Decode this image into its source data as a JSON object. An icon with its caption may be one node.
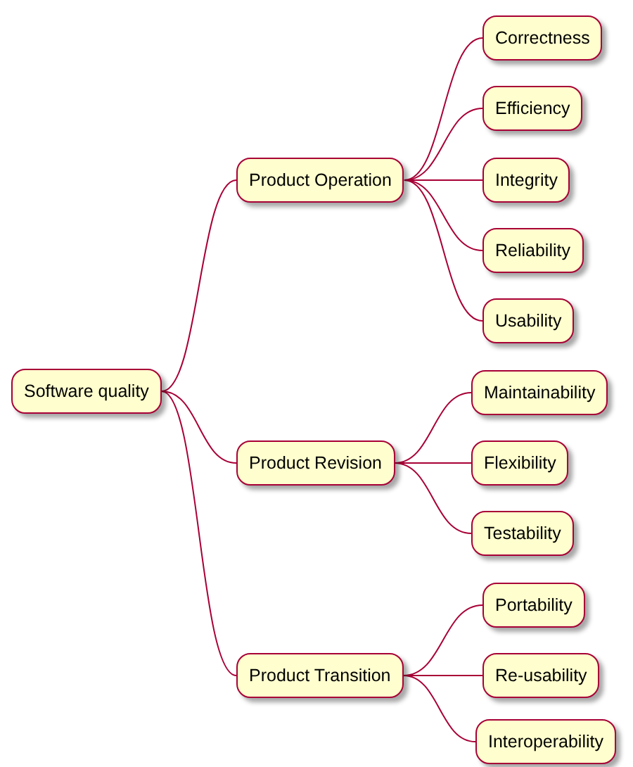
{
  "diagram": {
    "nodes": [
      {
        "text": [
          "Software quality"
        ]
      },
      {
        "text": [
          "Product Operation"
        ]
      },
      {
        "text": [
          "Correctness"
        ]
      },
      {
        "text": [
          "Efficiency"
        ]
      },
      {
        "text": [
          "Integrity"
        ]
      },
      {
        "text": [
          "Reliability"
        ]
      },
      {
        "text": [
          "Usability"
        ]
      },
      {
        "text": [
          "Product Revision"
        ]
      },
      {
        "text": [
          "Maintainability"
        ]
      },
      {
        "text": [
          "Flexibility"
        ]
      },
      {
        "text": [
          "Testability"
        ]
      },
      {
        "text": [
          "Product Transition"
        ]
      },
      {
        "text": [
          "Portability"
        ]
      },
      {
        "text": [
          "Re-usability"
        ]
      },
      {
        "text": [
          "Interoperability"
        ]
      }
    ],
    "edges": [
      {
        "from": 0,
        "to": 1,
        "arrow": "none"
      },
      {
        "from": 1,
        "to": 2,
        "arrow": "none"
      },
      {
        "from": 1,
        "to": 3,
        "arrow": "none"
      },
      {
        "from": 1,
        "to": 4,
        "arrow": "none"
      },
      {
        "from": 1,
        "to": 5,
        "arrow": "none"
      },
      {
        "from": 1,
        "to": 6,
        "arrow": "none"
      },
      {
        "from": 0,
        "to": 7,
        "arrow": "none"
      },
      {
        "from": 7,
        "to": 8,
        "arrow": "none"
      },
      {
        "from": 7,
        "to": 9,
        "arrow": "none"
      },
      {
        "from": 7,
        "to": 10,
        "arrow": "none"
      },
      {
        "from": 0,
        "to": 11,
        "arrow": "none"
      },
      {
        "from": 11,
        "to": 12,
        "arrow": "none"
      },
      {
        "from": 11,
        "to": 13,
        "arrow": "none"
      },
      {
        "from": 11,
        "to": 14,
        "arrow": "none"
      }
    ]
  }
}
